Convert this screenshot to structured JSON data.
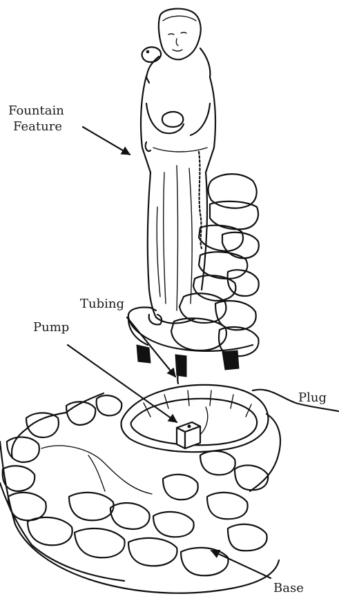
{
  "labels": {
    "fountain_feature_line1": "Fountain",
    "fountain_feature_line2": "Feature",
    "tubing": "Tubing",
    "pump": "Pump",
    "plug": "Plug",
    "base": "Base"
  },
  "colors": {
    "ink": "#111111",
    "background": "#ffffff"
  }
}
